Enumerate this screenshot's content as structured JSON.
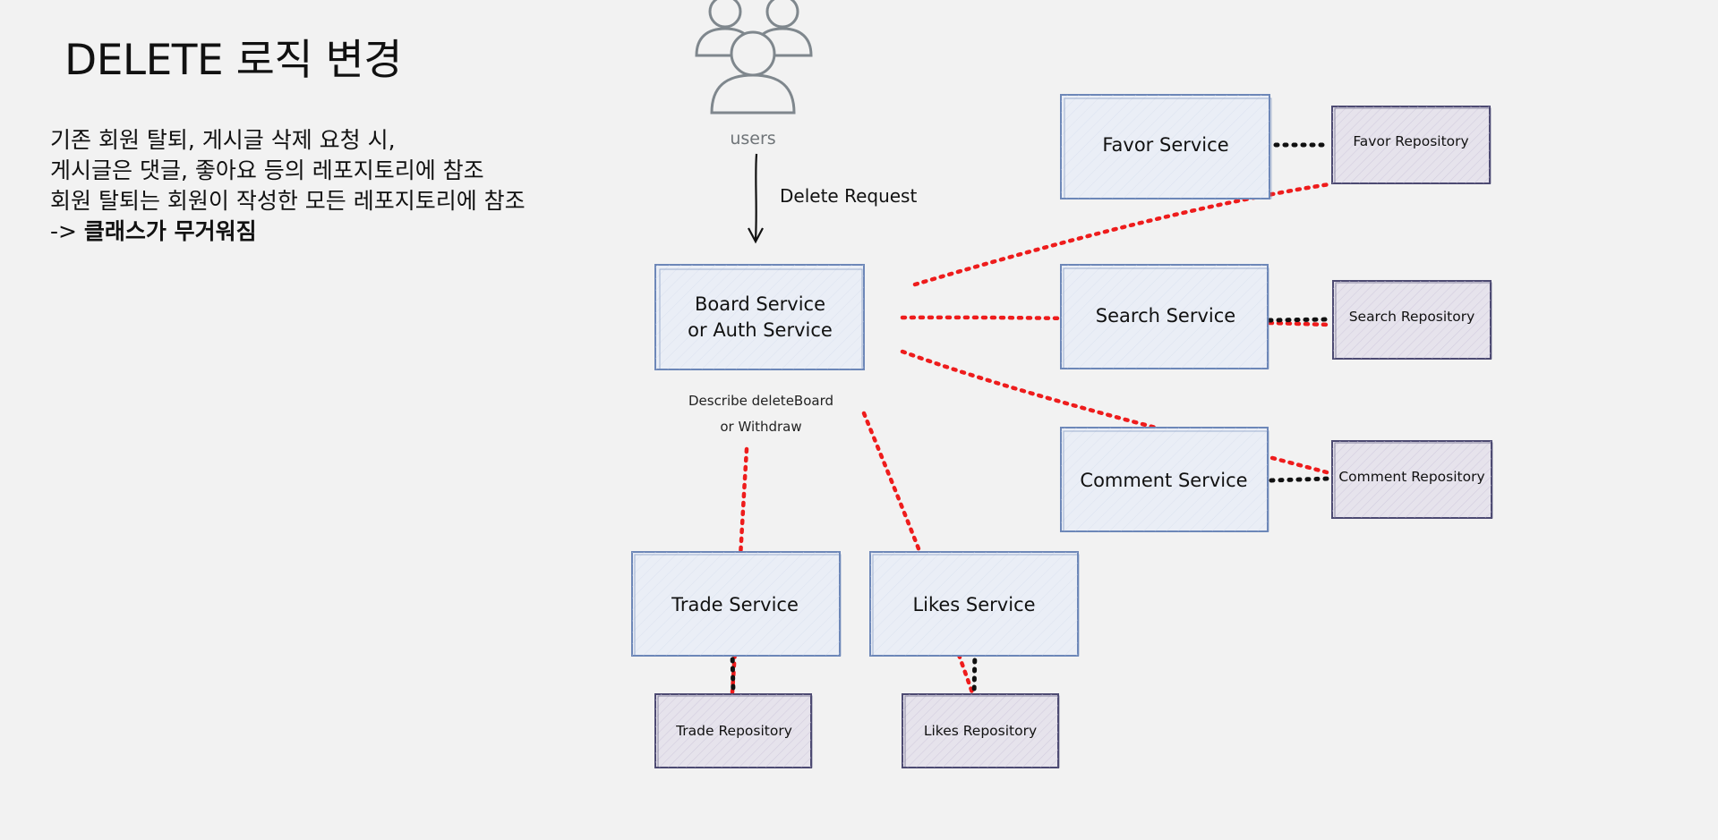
{
  "title": "DELETE 로직 변경",
  "description": {
    "line1": "기존 회원 탈퇴, 게시글 삭제 요청 시,",
    "line2": "게시글은 댓글, 좋아요 등의 레포지토리에 참조",
    "line3": "회원 탈퇴는 회원이 작성한 모든 레포지토리에 참조",
    "line4_prefix": "-> ",
    "line4_bold": "클래스가 무거워짐"
  },
  "diagram": {
    "users_label": "users",
    "request_label": "Delete Request",
    "board_service": {
      "line1": "Board Service",
      "line2": "or Auth Service"
    },
    "board_note": {
      "line1": "Describe deleteBoard",
      "line2": "or Withdraw"
    },
    "favor_service": "Favor Service",
    "favor_repository": "Favor Repository",
    "search_service": "Search Service",
    "search_repository": "Search Repository",
    "comment_service": "Comment Service",
    "comment_repository": "Comment Repository",
    "trade_service": "Trade Service",
    "trade_repository": "Trade Repository",
    "likes_service": "Likes Service",
    "likes_repository": "Likes Repository",
    "colors": {
      "service_fill": "#eaeef6",
      "service_stroke": "#6d87b8",
      "repository_fill": "#e6e3ec",
      "repository_stroke": "#4d4a72",
      "reference_line": "#ee1c1c",
      "link_line": "#111111",
      "users_icon": "#7f878d"
    }
  }
}
